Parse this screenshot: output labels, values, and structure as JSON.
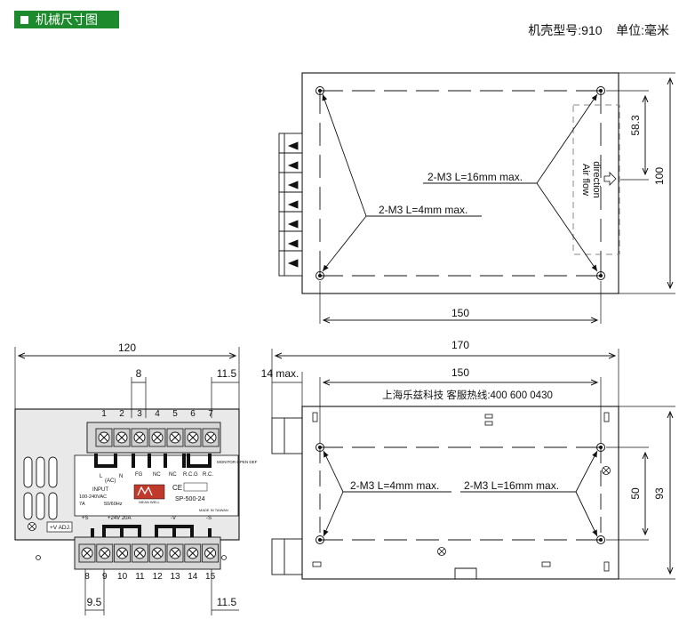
{
  "header": {
    "title": "机械尺寸图"
  },
  "model_info": "机壳型号:910    单位:毫米",
  "top_view": {
    "dims": {
      "height_a": "58.3",
      "height_b": "100",
      "width": "150"
    },
    "screw_short": "2-M3 L=4mm max.",
    "screw_long": "2-M3 L=16mm max.",
    "airflow": [
      "Air flow",
      "direction"
    ]
  },
  "front_view": {
    "dims": {
      "width": "120",
      "pitch_top": "8",
      "edge_top": "11.5",
      "pitch_bottom": "9.5",
      "edge_bottom": "11.5"
    },
    "terminals_top": [
      "1",
      "2",
      "3",
      "4",
      "5",
      "6",
      "7"
    ],
    "terminals_bottom": [
      "8",
      "9",
      "10",
      "11",
      "12",
      "13",
      "14",
      "15"
    ],
    "labels_top": [
      "L",
      "N",
      "FG",
      "NC",
      "NC",
      "R.C.G",
      "R.C."
    ],
    "ac_label": "(AC)",
    "monitor_label": "MONITOR OPEN DEF",
    "input_label": "INPUT",
    "input_voltage": "100-240VAC",
    "input_current": "7A",
    "input_freq": "50/60Hz",
    "brand": "MEAN WELL",
    "model": "SP-500-24",
    "made_in": "MADE IN TAIWAN",
    "output_labels": [
      "+S",
      "+24V  20A",
      "-V",
      "-S"
    ],
    "vadj": "+V ADJ."
  },
  "side_view": {
    "dims": {
      "total": "170",
      "inner": "150",
      "depth": "14 max.",
      "height_a": "50",
      "height_b": "93"
    },
    "screw_short": "2-M3 L=4mm max.",
    "screw_long": "2-M3 L=16mm max.",
    "contact": "上海乐兹科技 客服热线:400 600 0430"
  },
  "colors": {
    "header_bg": "#1e8a2e",
    "front_panel": "#e7e7e7",
    "terminal": "#d4d4d4"
  }
}
